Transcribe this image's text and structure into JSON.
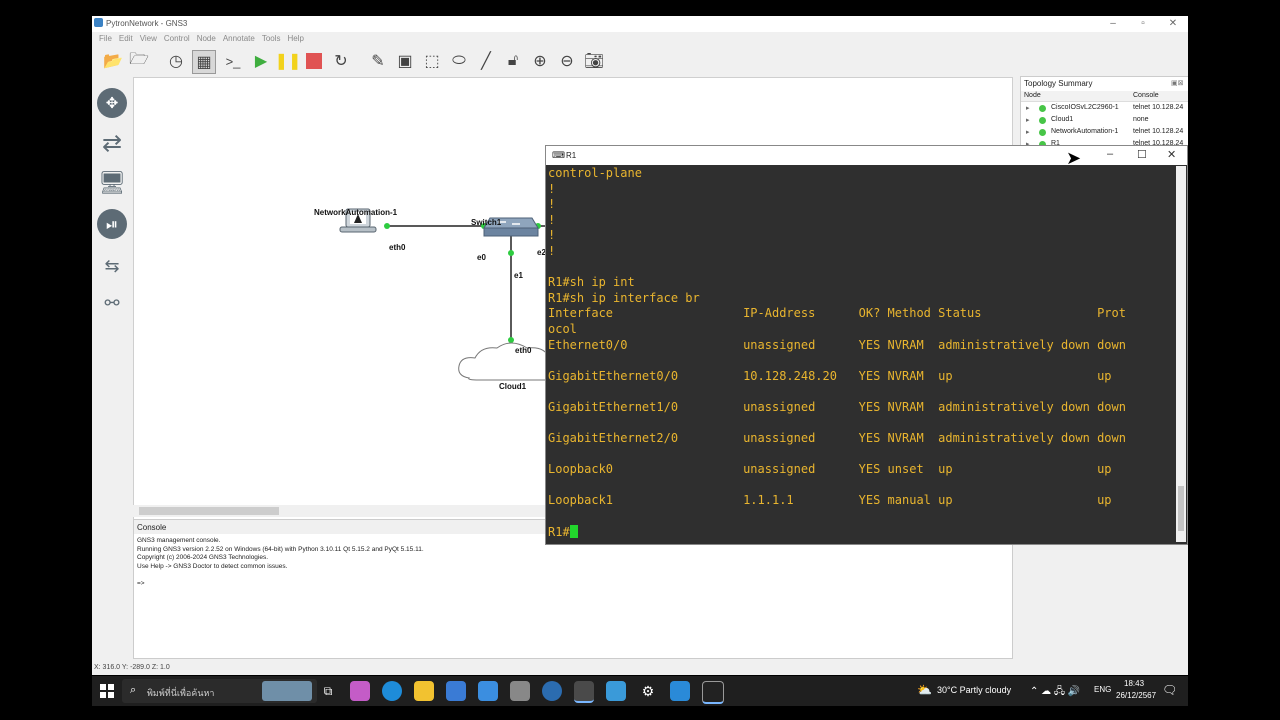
{
  "window": {
    "title": "PytronNetwork - GNS3"
  },
  "menu": [
    "File",
    "Edit",
    "View",
    "Control",
    "Node",
    "Annotate",
    "Tools",
    "Help"
  ],
  "toolbar": [
    "open-folder-icon",
    "folder-icon",
    "clock-icon",
    "snapshot-icon",
    "console-icon",
    "play-icon",
    "pause-icon",
    "stop-icon",
    "reload-icon",
    "edit-icon",
    "image-icon",
    "rectangle-icon",
    "ellipse-icon",
    "line-icon",
    "lock-icon",
    "zoom-in-icon",
    "zoom-out-icon",
    "camera-icon"
  ],
  "canvas": {
    "node1": "NetworkAutomation-1",
    "node1_port": "eth0",
    "switch": "Switch1",
    "sw_e0": "e0",
    "sw_e1": "e1",
    "sw_e2": "e2",
    "cloud": "Cloud1",
    "cloud_port": "eth0"
  },
  "topology": {
    "title": "Topology Summary",
    "col_node": "Node",
    "col_console": "Console",
    "rows": [
      {
        "node": "CiscoIOSvL2C2960-1",
        "console": "telnet 10.128.24"
      },
      {
        "node": "Cloud1",
        "console": "none"
      },
      {
        "node": "NetworkAutomation-1",
        "console": "telnet 10.128.24"
      },
      {
        "node": "R1",
        "console": "telnet 10.128.24"
      }
    ]
  },
  "console": {
    "title": "Console",
    "lines": [
      "GNS3 management console.",
      "Running GNS3 version 2.2.52 on Windows (64-bit) with Python 3.10.11 Qt 5.15.2 and PyQt 5.15.11.",
      "Copyright (c) 2006-2024 GNS3 Technologies.",
      "Use Help -> GNS3 Doctor to detect common issues.",
      "",
      "=>"
    ]
  },
  "status": "X: 316.0 Y: -289.0 Z: 1.0",
  "terminal": {
    "title": "R1",
    "lines": [
      "control-plane",
      "!",
      "!",
      "!",
      "!",
      "!",
      "",
      "R1#sh ip int",
      "R1#sh ip interface br",
      "Interface                  IP-Address      OK? Method Status                Prot",
      "ocol",
      "Ethernet0/0                unassigned      YES NVRAM  administratively down down",
      "",
      "GigabitEthernet0/0         10.128.248.20   YES NVRAM  up                    up",
      "",
      "GigabitEthernet1/0         unassigned      YES NVRAM  administratively down down",
      "",
      "GigabitEthernet2/0         unassigned      YES NVRAM  administratively down down",
      "",
      "Loopback0                  unassigned      YES unset  up                    up",
      "",
      "Loopback1                  1.1.1.1         YES manual up                    up",
      "",
      "R1#"
    ]
  },
  "taskbar": {
    "search": "พิมพ์ที่นี่เพื่อค้นหา",
    "weather": "30°C  Partly cloudy",
    "lang": "ENG",
    "time": "18:43",
    "date": "26/12/2567"
  }
}
